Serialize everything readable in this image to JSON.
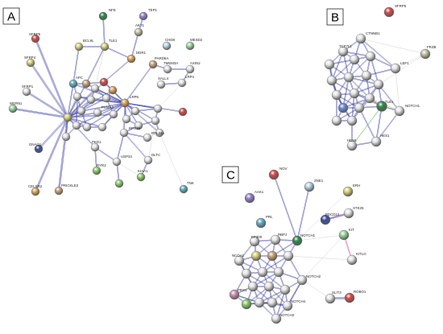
{
  "panels": {
    "A": {
      "label": "A",
      "genes": [
        "NFE",
        "TEP1",
        "AKT1",
        "SFRP5",
        "SFRP4",
        "BCL9L",
        "TLE1",
        "CHD8",
        "MESD2",
        "SFRP1",
        "DDR1",
        "TMEM3A",
        "AXIN2",
        "MAGI2",
        "SALL4",
        "PARD6A",
        "LRP4",
        "WDR61",
        "GNAO1",
        "LRP6",
        "APC",
        "PSMA2",
        "RPS19",
        "RPL34A",
        "DLTC",
        "PKD1",
        "RYR2",
        "USP34",
        "KIAA1",
        "CELSR2",
        "PRICKLE2",
        "TNK"
      ]
    },
    "B": {
      "label": "B",
      "genes": [
        "SFRP5",
        "CTNNB1",
        "FRZB",
        "TCF7L1",
        "LEF1",
        "TLE1",
        "NOTCH1",
        "HES6",
        "HES1"
      ]
    },
    "C": {
      "label": "C",
      "genes": [
        "NOV",
        "ZNE1",
        "AAK1",
        "ERH",
        "PRL",
        "PDCD10",
        "STK25",
        "EP300",
        "RBPJ",
        "NOTCH1",
        "KIT",
        "KITLG",
        "NCOA1",
        "NOTCH2",
        "PRX1",
        "NOTCH4",
        "NOTCH3",
        "SLIT3",
        "ROBO1"
      ]
    }
  },
  "colors": {
    "edge_blue": "#2b2f9a",
    "edge_green": "#33aa33",
    "edge_magenta": "#cc2fa0",
    "edge_grey": "#c9c9c9"
  }
}
